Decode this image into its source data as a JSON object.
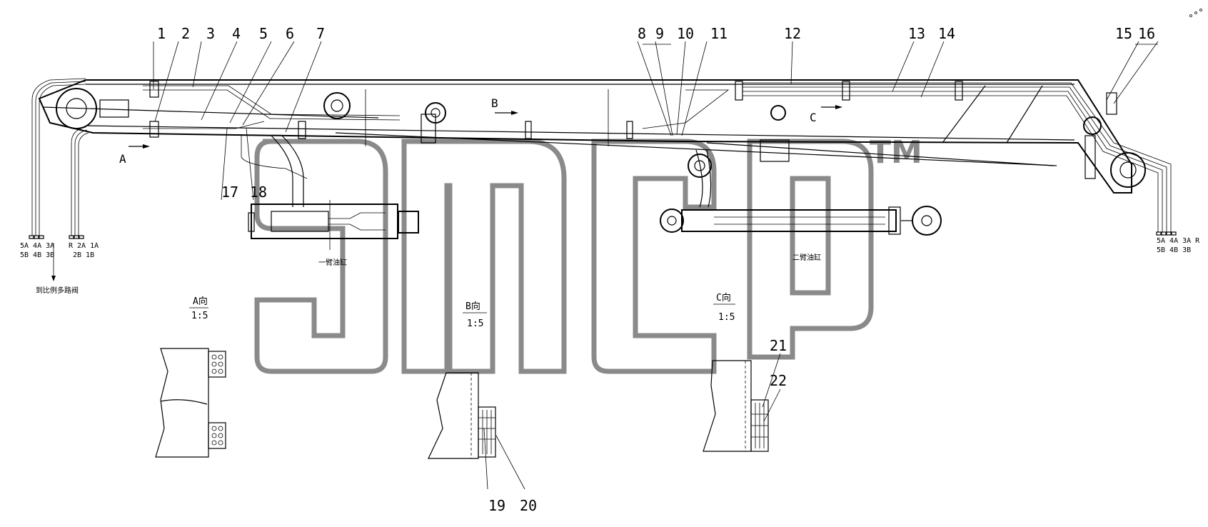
{
  "callouts": [
    "1",
    "2",
    "3",
    "4",
    "5",
    "6",
    "7",
    "8",
    "9",
    "10",
    "11",
    "12",
    "13",
    "14",
    "15",
    "16",
    "17",
    "18",
    "19",
    "20",
    "21",
    "22"
  ],
  "port_labels": {
    "left_a_top": "5A  4A  3A",
    "left_a_bottom": "5B  4B  3B",
    "left_b_top": "R  2A  1A",
    "left_b_bottom": "2B  1B",
    "right_top": "5A 4A 3A  R",
    "right_bottom": "5B  4B  3B"
  },
  "note_to_valve": "到比例多路阀",
  "cylinders": {
    "first": "一臂油缸",
    "second": "二臂油缸"
  },
  "flow_arrows": [
    "A",
    "B",
    "C"
  ],
  "views": [
    {
      "title": "A向",
      "scale": "1:5"
    },
    {
      "title": "B向",
      "scale": "1:5"
    },
    {
      "title": "C向",
      "scale": "1:5"
    }
  ],
  "watermark": {
    "trademark": "TM"
  }
}
